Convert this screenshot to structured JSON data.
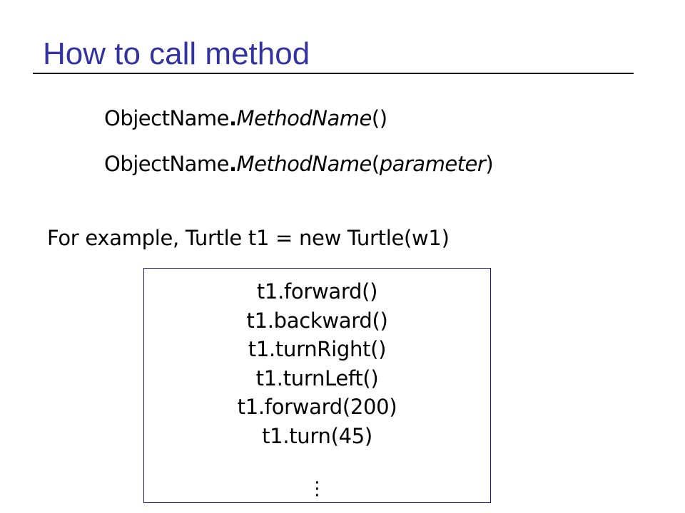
{
  "title": "How to call method",
  "syntax": {
    "line1": {
      "object": "ObjectName",
      "dot": ".",
      "method": "MethodName",
      "open": "(",
      "close": ")"
    },
    "line2": {
      "object": "ObjectName",
      "dot": ".",
      "method": "MethodName",
      "open": "(",
      "param": "parameter",
      "close": ")"
    }
  },
  "example": "For example, Turtle t1 = new Turtle(w1)",
  "code_lines": [
    "t1.forward()",
    "t1.backward()",
    "t1.turnRight()",
    "t1.turnLeft()",
    "t1.forward(200)",
    "t1.turn(45)"
  ],
  "continuation": "⋮"
}
